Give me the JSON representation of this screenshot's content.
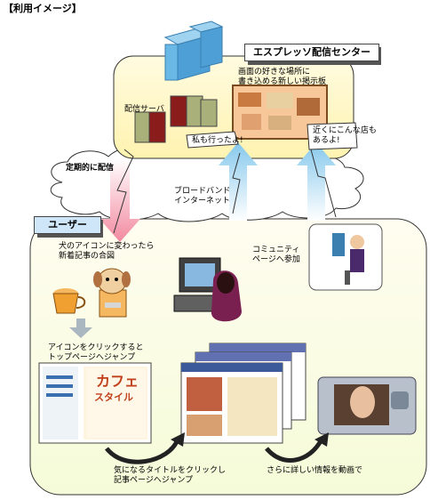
{
  "page_title": "【利用イメージ】",
  "sections": {
    "center_label": "エスプレッソ配信センター",
    "user_label": "ユーザー"
  },
  "center": {
    "server_label": "配信サーバ",
    "board_title_line1": "画面の好きな場所に",
    "board_title_line2": "書き込める新しい掲示板",
    "bubble_left": "私も行ったよ!",
    "bubble_right_line1": "近くにこんな店も",
    "bubble_right_line2": "あるよ!"
  },
  "network": {
    "periodic_delivery": "定期的に配信",
    "broadband_line1": "ブロードバンド",
    "broadband_line2": "インターネット"
  },
  "user": {
    "dog_caption_line1": "犬のアイコンに変わったら",
    "dog_caption_line2": "新着記事の合図",
    "community_line1": "コミュニティ",
    "community_line2": "ページへ参加",
    "click_icon_line1": "アイコンをクリックすると",
    "click_icon_line2": "トップページへジャンプ",
    "click_title_line1": "気になるタイトルをクリックし",
    "click_title_line2": "記事ページへジャンプ",
    "video_line": "さらに詳しい情報を動画で",
    "magazine_title": "カフェ",
    "magazine_subtitle": "スタイル"
  },
  "colors": {
    "center_fill": "#fff7c8",
    "user_fill": "#fffde8",
    "arrow_pink": "#f5a8b8",
    "arrow_blue": "#a8d8f0",
    "label_shadow": "#555555"
  }
}
